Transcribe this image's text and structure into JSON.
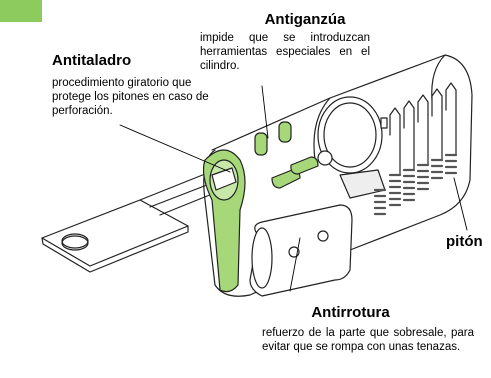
{
  "colors": {
    "corner_tab": "#8ecb5f",
    "highlight_green": "#a6d879",
    "line": "#222222",
    "spring": "#555555"
  },
  "labels": {
    "antitaladro": {
      "title": "Antitaladro",
      "text": "procedimiento giratorio que protege los pitones en caso de perforación."
    },
    "antiganzua": {
      "title": "Antiganzúa",
      "text": "impide que se introduzcan herramientas especiales en el cilindro."
    },
    "antirrotura": {
      "title": "Antirrotura",
      "text": "refuerzo de la parte que sobresale, para evitar que se rompa con unas tenazas."
    },
    "piton": {
      "title": "pitón"
    }
  }
}
